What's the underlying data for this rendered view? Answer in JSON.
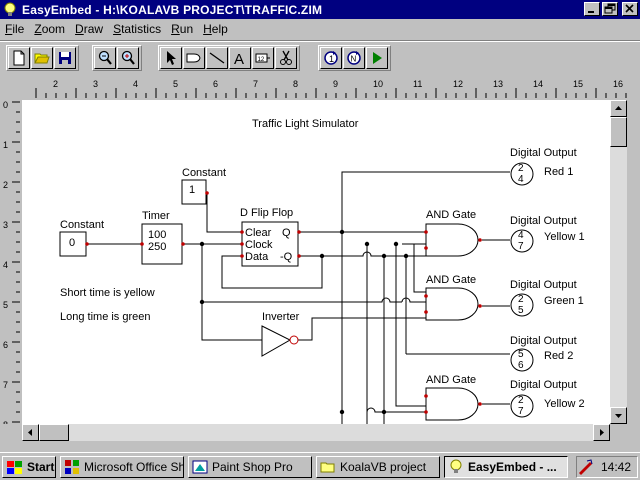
{
  "window": {
    "title": "EasyEmbed - H:\\KOALAVB PROJECT\\TRAFFIC.ZIM"
  },
  "menu": [
    {
      "u": "F",
      "rest": "ile"
    },
    {
      "u": "Z",
      "rest": "oom"
    },
    {
      "u": "D",
      "rest": "raw"
    },
    {
      "u": "S",
      "rest": "tatistics"
    },
    {
      "u": "R",
      "rest": "un"
    },
    {
      "u": "H",
      "rest": "elp"
    }
  ],
  "ruler": {
    "h_labels": [
      "2",
      "3",
      "4",
      "5",
      "6",
      "7",
      "8",
      "9",
      "10",
      "11",
      "12",
      "13",
      "14",
      "15",
      "16"
    ],
    "v_labels": [
      "0",
      "1",
      "2",
      "3",
      "4",
      "5",
      "6",
      "7",
      "8"
    ]
  },
  "diagram": {
    "title": "Traffic Light Simulator",
    "notes": [
      "Short time is yellow",
      "Long time is green"
    ],
    "constant1": {
      "label": "Constant",
      "value": "0"
    },
    "constant2": {
      "label": "Constant",
      "value": "1"
    },
    "timer": {
      "label": "Timer",
      "v1": "100",
      "v2": "250"
    },
    "flipflop": {
      "label": "D Flip Flop",
      "clear": "Clear",
      "clock": "Clock",
      "data": "Data",
      "q": "Q",
      "nq": "-Q"
    },
    "inverter": {
      "label": "Inverter"
    },
    "and_gates": [
      {
        "label": "AND Gate"
      },
      {
        "label": "AND Gate"
      },
      {
        "label": "AND Gate"
      }
    ],
    "outputs": [
      {
        "label": "Digital Output",
        "top": "2",
        "bottom": "4",
        "name": "Red 1"
      },
      {
        "label": "Digital Output",
        "top": "4",
        "bottom": "7",
        "name": "Yellow 1"
      },
      {
        "label": "Digital Output",
        "top": "2",
        "bottom": "5",
        "name": "Green 1"
      },
      {
        "label": "Digital Output",
        "top": "5",
        "bottom": "6",
        "name": "Red 2"
      },
      {
        "label": "Digital Output",
        "top": "2",
        "bottom": "7",
        "name": "Yellow 2"
      }
    ]
  },
  "taskbar": {
    "start": "Start",
    "tasks": [
      "Microsoft Office Sh...",
      "Paint Shop Pro",
      "KoalaVB project",
      "EasyEmbed - ..."
    ],
    "clock": "14:42"
  },
  "colors": {
    "titlebar": "#000080",
    "pin": "#c00000",
    "canvas": "#ffffff"
  }
}
